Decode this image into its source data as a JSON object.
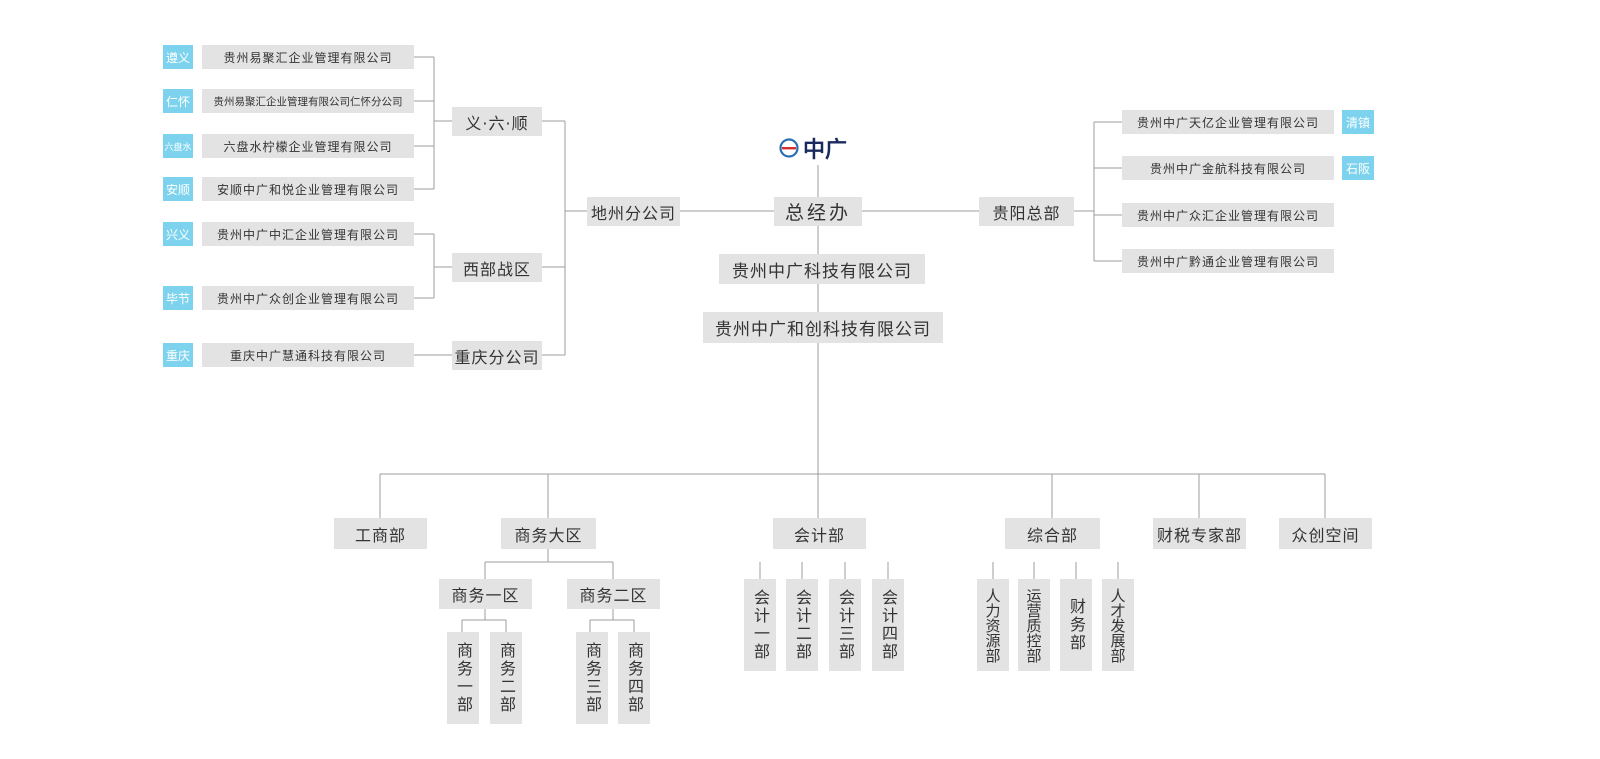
{
  "logo": {
    "text": "中广",
    "colors": {
      "ring": "#2a6fb5",
      "bar": "#d32f2f",
      "text": "#1a2a5e"
    }
  },
  "center": {
    "ceo_office": "总经办",
    "company1": "贵州中广科技有限公司",
    "company2": "贵州中广和创科技有限公司"
  },
  "left": {
    "branch_root": "地州分公司",
    "groups": [
      {
        "name": "义·六·顺",
        "items": [
          {
            "tag": "遵义",
            "company": "贵州易聚汇企业管理有限公司"
          },
          {
            "tag": "仁怀",
            "company": "贵州易聚汇企业管理有限公司仁怀分公司"
          },
          {
            "tag": "六盘水",
            "company": "六盘水柠檬企业管理有限公司"
          },
          {
            "tag": "安顺",
            "company": "安顺中广和悦企业管理有限公司"
          }
        ]
      },
      {
        "name": "西部战区",
        "items": [
          {
            "tag": "兴义",
            "company": "贵州中广中汇企业管理有限公司"
          },
          {
            "tag": "毕节",
            "company": "贵州中广众创企业管理有限公司"
          }
        ]
      },
      {
        "name": "重庆分公司",
        "items": [
          {
            "tag": "重庆",
            "company": "重庆中广慧通科技有限公司"
          }
        ]
      }
    ]
  },
  "right": {
    "hq": "贵阳总部",
    "items": [
      {
        "company": "贵州中广天亿企业管理有限公司",
        "tag": "清镇"
      },
      {
        "company": "贵州中广金航科技有限公司",
        "tag": "石阪"
      },
      {
        "company": "贵州中广众汇企业管理有限公司",
        "tag": ""
      },
      {
        "company": "贵州中广黔通企业管理有限公司",
        "tag": ""
      }
    ]
  },
  "departments": {
    "d1": "工商部",
    "d2": {
      "name": "商务大区",
      "sub1": {
        "name": "商务一区",
        "leaves": [
          "商务一部",
          "商务二部"
        ]
      },
      "sub2": {
        "name": "商务二区",
        "leaves": [
          "商务三部",
          "商务四部"
        ]
      }
    },
    "d3": {
      "name": "会计部",
      "leaves": [
        "会计一部",
        "会计二部",
        "会计三部",
        "会计四部"
      ]
    },
    "d4": {
      "name": "综合部",
      "leaves": [
        "人力资源部",
        "运营质控部",
        "财务部",
        "人才发展部"
      ]
    },
    "d5": "财税专家部",
    "d6": "众创空间"
  },
  "colors": {
    "box": "#e3e3e3",
    "tag": "#7dd3ee",
    "line": "#9e9e9e",
    "text": "#333333"
  }
}
